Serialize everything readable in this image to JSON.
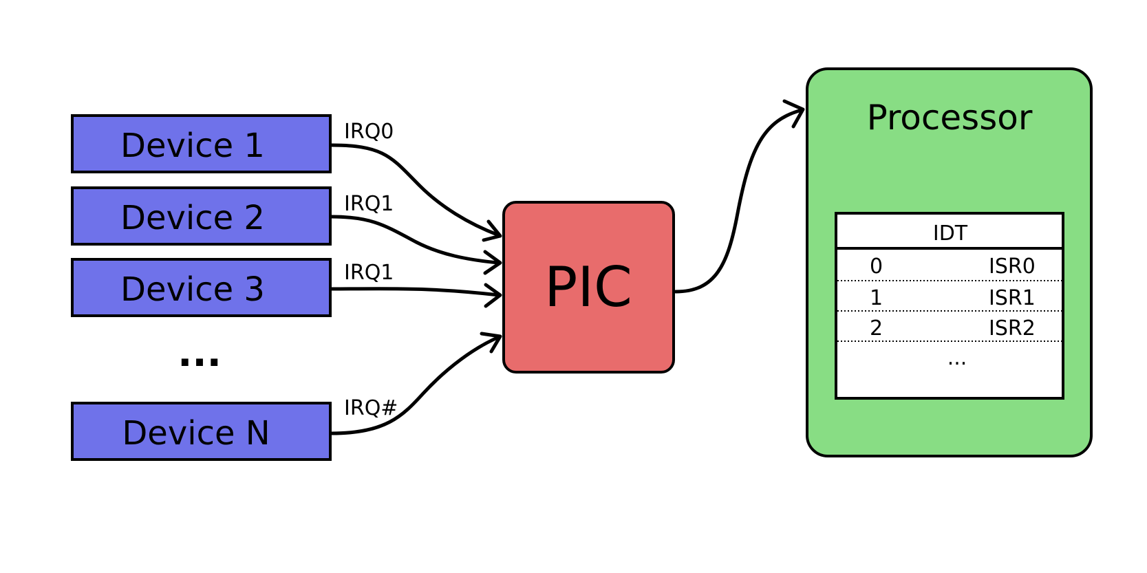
{
  "colors": {
    "device": "#6f72ea",
    "pic": "#e86c6c",
    "processor": "#88dd84",
    "idt": "#ffffff",
    "line": "#000000"
  },
  "devices": [
    {
      "label": "Device 1",
      "irq": "IRQ0"
    },
    {
      "label": "Device 2",
      "irq": "IRQ1"
    },
    {
      "label": "Device 3",
      "irq": "IRQ1"
    },
    {
      "label": "Device N",
      "irq": "IRQ#"
    }
  ],
  "devices_ellipsis": "...",
  "pic": {
    "label": "PIC"
  },
  "processor": {
    "label": "Processor",
    "idt": {
      "title": "IDT",
      "rows": [
        {
          "index": "0",
          "handler": "ISR0"
        },
        {
          "index": "1",
          "handler": "ISR1"
        },
        {
          "index": "2",
          "handler": "ISR2"
        }
      ],
      "ellipsis": "..."
    }
  }
}
